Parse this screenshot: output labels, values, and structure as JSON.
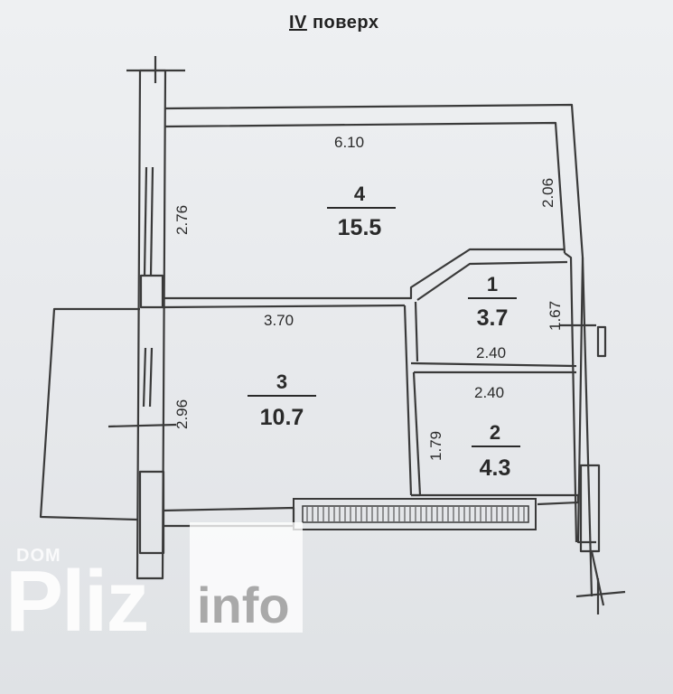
{
  "floor_title": {
    "roman": "IV",
    "word": "поверх"
  },
  "rooms": [
    {
      "number": "4",
      "area": "15.5"
    },
    {
      "number": "1",
      "area": "3.7"
    },
    {
      "number": "3",
      "area": "10.7"
    },
    {
      "number": "2",
      "area": "4.3"
    }
  ],
  "dimensions": {
    "room4_width": "6.10",
    "room4_left": "2.76",
    "room4_right": "2.06",
    "room3_width": "3.70",
    "room3_left": "2.96",
    "room1_right": "1.67",
    "room1_bottom": "2.40",
    "room2_top": "2.40",
    "room2_left": "1.79"
  },
  "watermark": {
    "small": "DOM",
    "brand": "Pliz",
    "suffix": "info"
  },
  "colors": {
    "wall": "#3a3a3a",
    "wall_fill": "#e8eaed",
    "text": "#2a2a2a"
  }
}
